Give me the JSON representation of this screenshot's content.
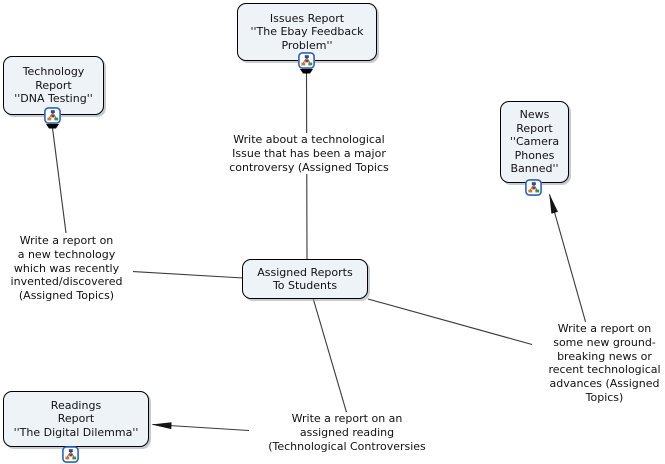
{
  "map": {
    "colors": {
      "node_fill": "#eef3f8",
      "node_border": "#000000",
      "line": "#3a3a3a",
      "icon_border": "#2f62b5"
    },
    "nodes": [
      {
        "id": "issues-report",
        "label": "Issues Report\n''The Ebay Feedback\nProblem''"
      },
      {
        "id": "technology-report",
        "label": "Technology\nReport\n''DNA Testing''"
      },
      {
        "id": "news-report",
        "label": "News\nReport\n''Camera\nPhones\nBanned''"
      },
      {
        "id": "readings-report",
        "label": "Readings\nReport\n''The Digital Dilemma''"
      },
      {
        "id": "assigned-reports",
        "label": "Assigned Reports\nTo Students"
      }
    ],
    "linking_phrases": [
      {
        "id": "issues",
        "text": "Write about a technological\nIssue that has been a major\ncontroversy (Assigned Topics"
      },
      {
        "id": "technology",
        "text": "Write a report on\na new technology\nwhich was recently\ninvented/discovered\n(Assigned Topics)"
      },
      {
        "id": "readings",
        "text": "Write a report on an\nassigned reading\n(Technological Controversies"
      },
      {
        "id": "news",
        "text": "Write a report on\nsome new ground-\nbreaking news or\nrecent technological\nadvances (Assigned\nTopics)"
      }
    ],
    "icons": [
      {
        "name": "cmap-resource-icon"
      }
    ]
  }
}
